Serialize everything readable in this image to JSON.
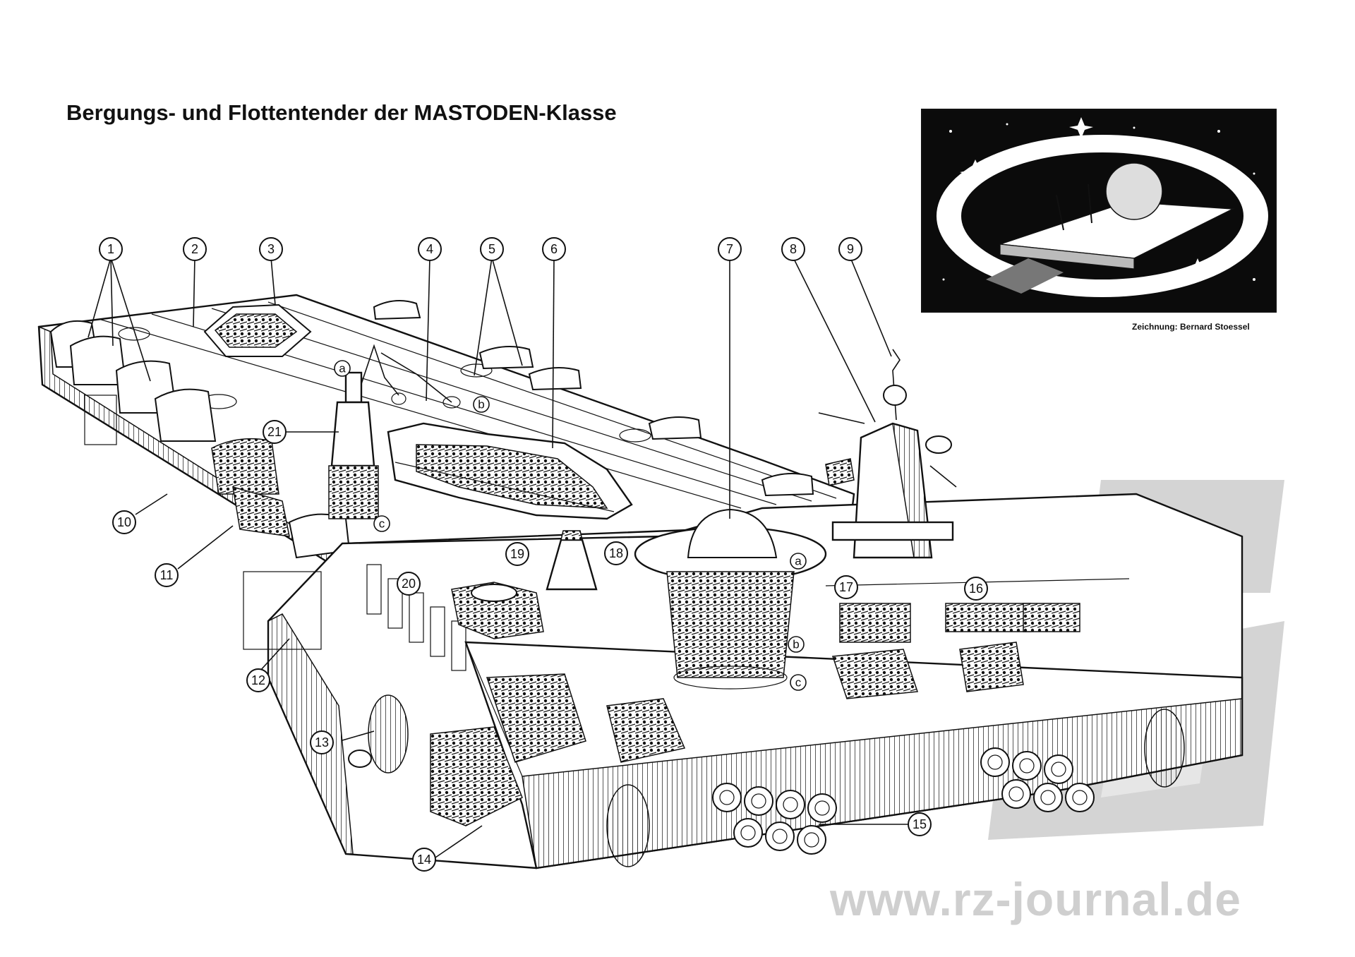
{
  "title": "Bergungs- und Flottentender der MASTODEN-Klasse",
  "inset": {
    "credit": "Zeichnung: Bernard Stoessel"
  },
  "watermark": {
    "url": "www.rz-journal.de"
  },
  "colors": {
    "ink": "#111111",
    "paper": "#ffffff",
    "watermark": "#cfcfcf",
    "inset_background": "#0b0b0b"
  },
  "callouts": [
    {
      "label": "1"
    },
    {
      "label": "2"
    },
    {
      "label": "3"
    },
    {
      "label": "4"
    },
    {
      "label": "5"
    },
    {
      "label": "6"
    },
    {
      "label": "7"
    },
    {
      "label": "8"
    },
    {
      "label": "9"
    },
    {
      "label": "10"
    },
    {
      "label": "11"
    },
    {
      "label": "12"
    },
    {
      "label": "13"
    },
    {
      "label": "14"
    },
    {
      "label": "15"
    },
    {
      "label": "16"
    },
    {
      "label": "17"
    },
    {
      "label": "18"
    },
    {
      "label": "19"
    },
    {
      "label": "20"
    },
    {
      "label": "21"
    }
  ],
  "sub_labels": [
    {
      "label": "a"
    },
    {
      "label": "b"
    },
    {
      "label": "c"
    },
    {
      "label": "a"
    },
    {
      "label": "b"
    },
    {
      "label": "c"
    }
  ]
}
